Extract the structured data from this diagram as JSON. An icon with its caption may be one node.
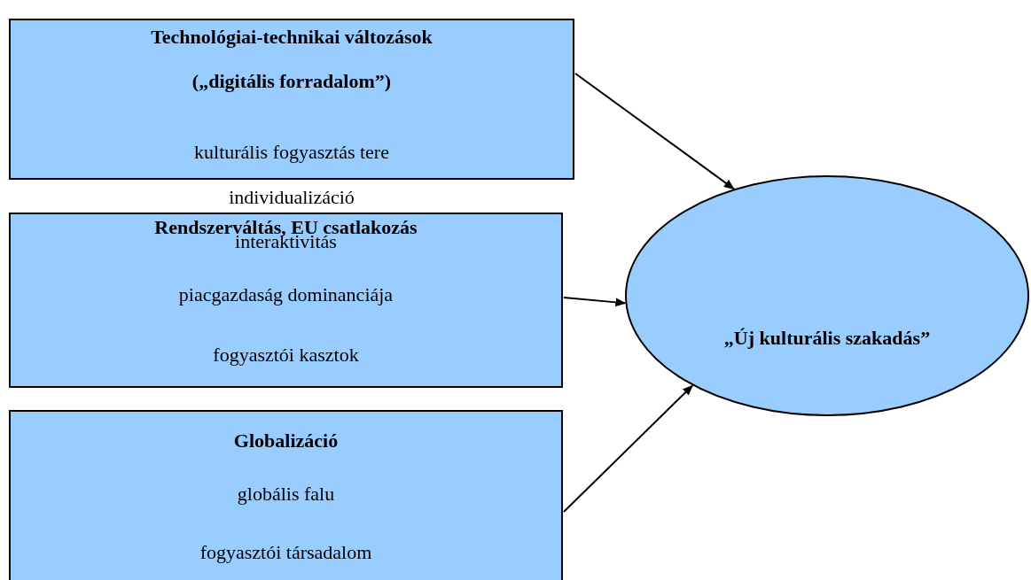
{
  "diagram": {
    "nodes": [
      {
        "text": [
          "Technológiai-technikai változások",
          "(„digitális forradalom”)",
          "kulturális fogyasztás tere"
        ],
        "beside": [
          "individualizáció"
        ]
      },
      {
        "text": [
          "Rendszerváltás, EU csatlakozás",
          "interaktivitás",
          "piacgazdaság dominanciája",
          "fogyasztói kasztok"
        ]
      },
      {
        "text": [
          "Globalizáció",
          "globális falu",
          "fogyasztói társadalom"
        ]
      },
      {
        "text": [
          "„Új kulturális szakadás”"
        ]
      }
    ],
    "edges": [
      {
        "from": 0,
        "to": 3,
        "arrow": "to"
      },
      {
        "from": 1,
        "to": 3,
        "arrow": "to"
      },
      {
        "from": 2,
        "to": 3,
        "arrow": "to"
      }
    ]
  }
}
